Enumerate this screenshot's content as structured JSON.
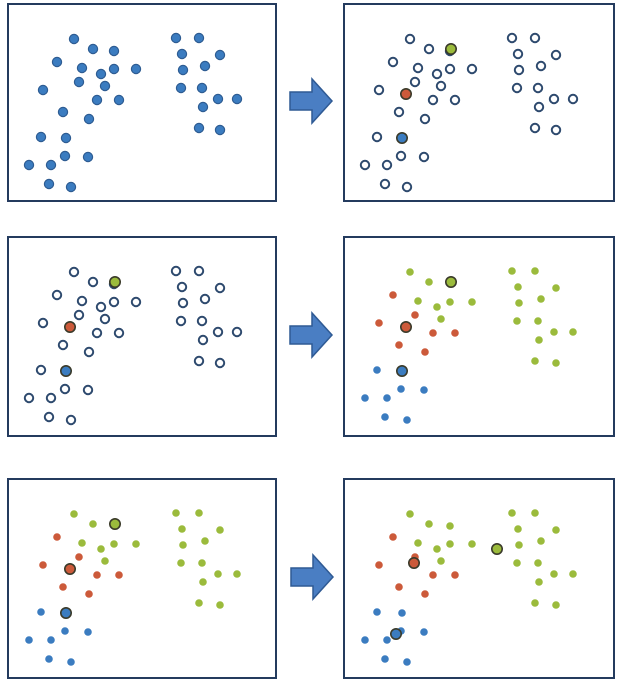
{
  "figure": {
    "description_colors": {
      "frame": "#243b5e",
      "arrow_fill": "#4a7ec3",
      "arrow_stroke": "#2f5a94",
      "cluster_blue": "#3b7cc0",
      "cluster_blue_dark": "#2e5c92",
      "cluster_red": "#cc5a3a",
      "cluster_green": "#9bbb3c",
      "unassigned_outline": "#2e4a6e"
    },
    "arrow_icon": "right-arrow-icon",
    "panels": [
      {
        "step": 1,
        "state": "all-points-solid-blue"
      },
      {
        "step": 2,
        "state": "three-seeds-selected-rest-unassigned"
      },
      {
        "step": 3,
        "state": "three-seeds-selected-rest-unassigned"
      },
      {
        "step": 4,
        "state": "points-assigned-to-nearest-seed"
      },
      {
        "step": 5,
        "state": "points-assigned-to-nearest-seed"
      },
      {
        "step": 6,
        "state": "centroids-moved-to-cluster-means"
      }
    ]
  }
}
